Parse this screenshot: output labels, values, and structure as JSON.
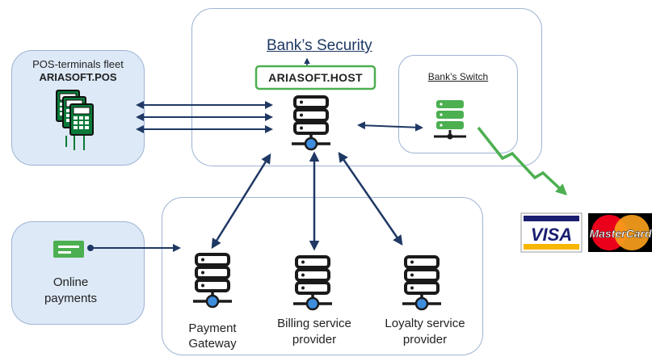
{
  "pos": {
    "title": "POS-terminals fleet",
    "brand": "ARIASOFT.POS"
  },
  "security": {
    "title": "Bank’s Security",
    "host": "ARIASOFT.HOST"
  },
  "switch": {
    "title": "Bank’s Switch"
  },
  "online": {
    "line1": "Online",
    "line2": "payments"
  },
  "services": [
    {
      "line1": "Payment",
      "line2": "Gateway"
    },
    {
      "line1": "Billing service",
      "line2": "provider"
    },
    {
      "line1": "Loyalty service",
      "line2": "provider"
    }
  ],
  "cards": {
    "visa": "VISA",
    "mastercard": "MasterCard"
  },
  "colors": {
    "navy": "#1F3864",
    "panel_fill": "#DDE9F7",
    "panel_border": "#9DB3D3",
    "green": "#4CAF50",
    "terminal_green": "#0A7A3A",
    "wire_blue": "#3E8EDE",
    "visa_blue": "#1A1F71",
    "visa_gold": "#F7B600",
    "mc_red": "#EB001B",
    "mc_orange": "#F79E1B"
  }
}
